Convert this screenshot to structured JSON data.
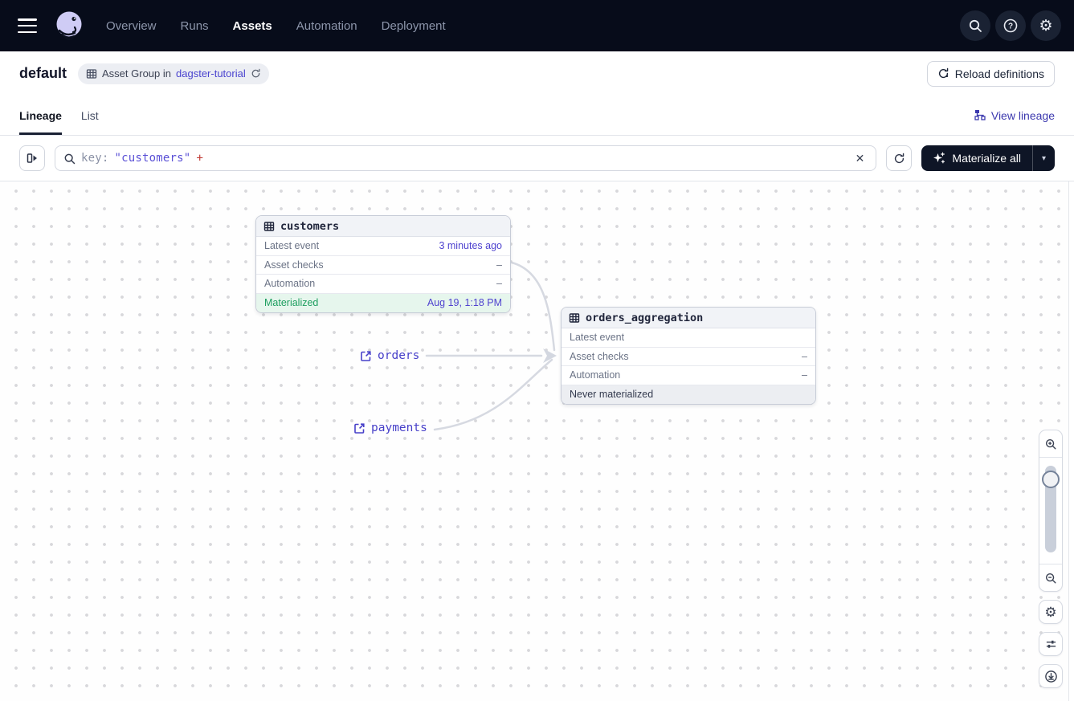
{
  "nav": {
    "items": [
      {
        "label": "Overview",
        "active": false
      },
      {
        "label": "Runs",
        "active": false
      },
      {
        "label": "Assets",
        "active": true
      },
      {
        "label": "Automation",
        "active": false
      },
      {
        "label": "Deployment",
        "active": false
      }
    ],
    "icons": [
      "search-icon",
      "help-icon",
      "gear-icon"
    ]
  },
  "header": {
    "title": "default",
    "badge": {
      "prefix": "Asset Group in",
      "link": "dagster-tutorial",
      "icon": "table-icon",
      "refresh_icon": "refresh-icon"
    },
    "reload_label": "Reload definitions"
  },
  "tabs": {
    "items": [
      {
        "label": "Lineage",
        "active": true
      },
      {
        "label": "List",
        "active": false
      }
    ],
    "view_lineage": "View lineage"
  },
  "toolbar": {
    "search": {
      "key_token": "key:",
      "value_token": "\"customers\"",
      "plus_token": "+"
    },
    "materialize_label": "Materialize all",
    "caret": "▾",
    "clear": "✕"
  },
  "graph": {
    "nodes": [
      {
        "title": "customers",
        "rows": [
          {
            "label": "Latest event",
            "value": "3 minutes ago"
          },
          {
            "label": "Asset checks",
            "value": "–"
          },
          {
            "label": "Automation",
            "value": "–"
          },
          {
            "label": "Materialized",
            "value": "Aug 19, 1:18 PM"
          }
        ]
      },
      {
        "title": "orders_aggregation",
        "rows": [
          {
            "label": "Latest event",
            "value": ""
          },
          {
            "label": "Asset checks",
            "value": "–"
          },
          {
            "label": "Automation",
            "value": "–"
          },
          {
            "label": "Never materialized",
            "value": ""
          }
        ]
      }
    ],
    "external_links": [
      {
        "label": "orders"
      },
      {
        "label": "payments"
      }
    ]
  },
  "colors": {
    "topnav_bg": "#070c1a",
    "accent_indigo": "#4f43cf",
    "materialized_green": "#1d9e5f",
    "materialized_bg": "#e6f6ed",
    "never_bg": "#eceef2",
    "edge": "#d6d9e1",
    "plus_red": "#c13a34",
    "dark_button": "#0e1526"
  }
}
